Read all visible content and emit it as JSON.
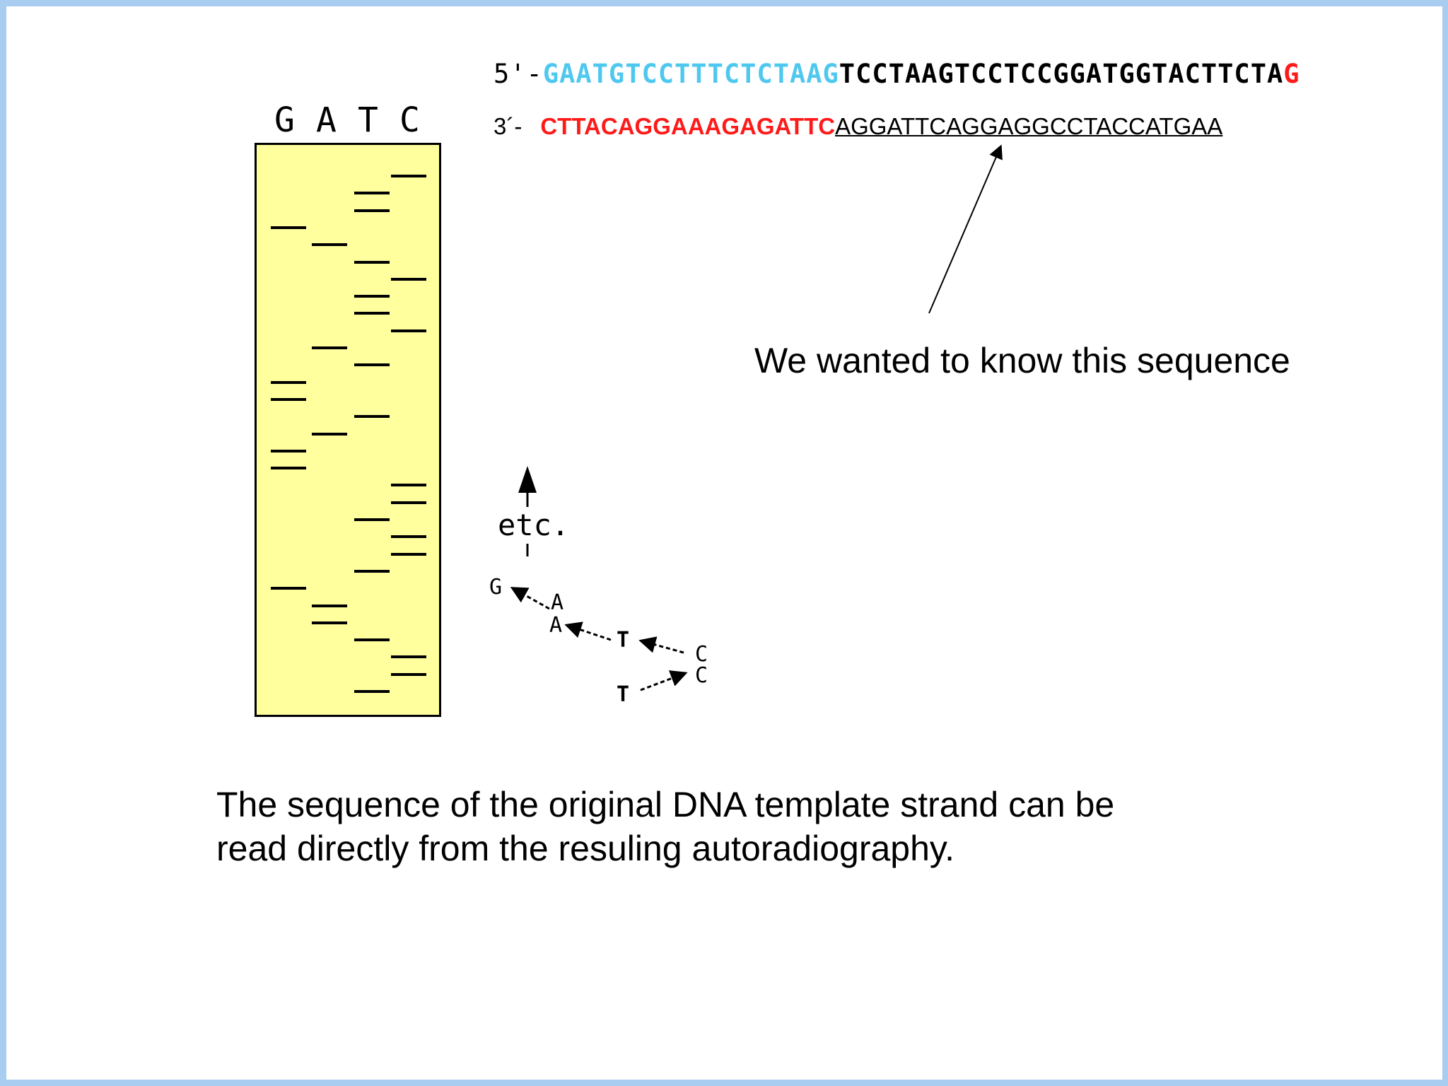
{
  "strand_5prime": {
    "prefix": "5'-",
    "primer": "GAATGTCCTTTCTCTAAG",
    "synthesized": "TCCTAAGTCCTCCGGATGGTACTTCTA",
    "last_base": "G"
  },
  "strand_3prime": {
    "prefix": "3´-",
    "known": "CTTACAGGAAAGAGATTC",
    "unknown": "AGGATTCAGGAGGCCTACCATGAA"
  },
  "gel": {
    "lanes": [
      "G",
      "A",
      "T",
      "C"
    ],
    "bands_top_to_bottom": [
      "C",
      "T",
      "T",
      "G",
      "A",
      "T",
      "C",
      "T",
      "T",
      "C",
      "A",
      "T",
      "G",
      "G",
      "T",
      "A",
      "G",
      "G",
      "C",
      "C",
      "T",
      "C",
      "C",
      "T",
      "G",
      "A",
      "A",
      "T",
      "C",
      "C",
      "T"
    ]
  },
  "annotation": "We wanted to know this sequence",
  "reading": {
    "etc_label": "etc.",
    "path_labels": [
      "G",
      "A",
      "A",
      "T",
      "C",
      "C",
      "T"
    ]
  },
  "caption": {
    "line1": "The sequence of the original DNA template strand can be",
    "line2": "read directly from the resuling autoradiography."
  },
  "colors": {
    "primer": "#4fc8ef",
    "highlight_red": "#ff1a1a",
    "gel_fill": "#ffff9e",
    "frame": "#a9cdf0"
  }
}
